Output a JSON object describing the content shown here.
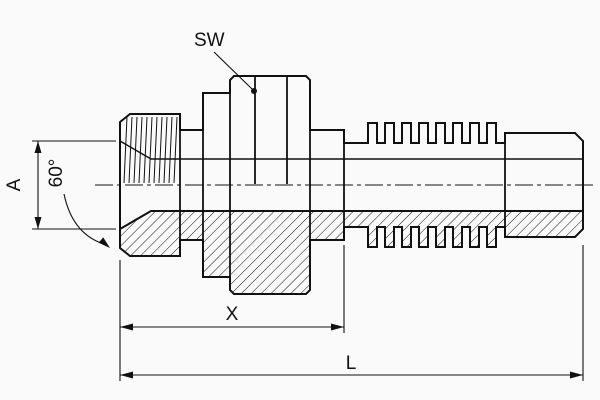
{
  "drawing": {
    "type": "technical-section-drawing",
    "subject": "hose-fitting-male-stud",
    "colors": {
      "ink": "#111111",
      "background": "#fafafa"
    },
    "labels": {
      "wrench_size": "SW",
      "seat_diameter": "A",
      "cone_angle": "60°",
      "cutoff_length": "X",
      "overall_length": "L"
    }
  }
}
